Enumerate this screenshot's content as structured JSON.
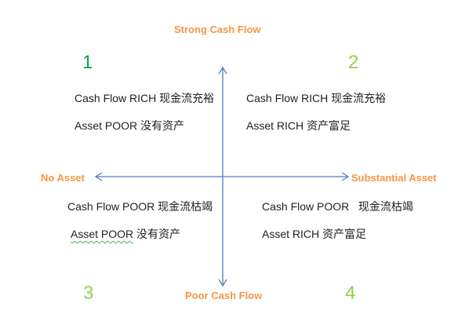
{
  "axes": {
    "top": "Strong Cash Flow",
    "bottom": "Poor Cash Flow",
    "left": "No Asset",
    "right": "Substantial Asset"
  },
  "quadrants": [
    {
      "number": "1",
      "line1": "Cash Flow RICH 现金流充裕",
      "line2": "Asset POOR  没有资产"
    },
    {
      "number": "2",
      "line1": "Cash Flow RICH 现金流充裕",
      "line2": "Asset RICH 资产富足"
    },
    {
      "number": "3",
      "line1": "Cash Flow POOR 现金流枯竭",
      "line2_word": "Asset  POOR",
      "line2_rest": " 没有资产"
    },
    {
      "number": "4",
      "line1": "Cash Flow POOR   现金流枯竭",
      "line2": "Asset RICH 资产富足"
    }
  ],
  "colors": {
    "axis_label": "#f79646",
    "number_q1": "#00a651",
    "number_other": "#92d050",
    "arrow": "#4f81bd",
    "spellcheck": "#4caf50"
  }
}
